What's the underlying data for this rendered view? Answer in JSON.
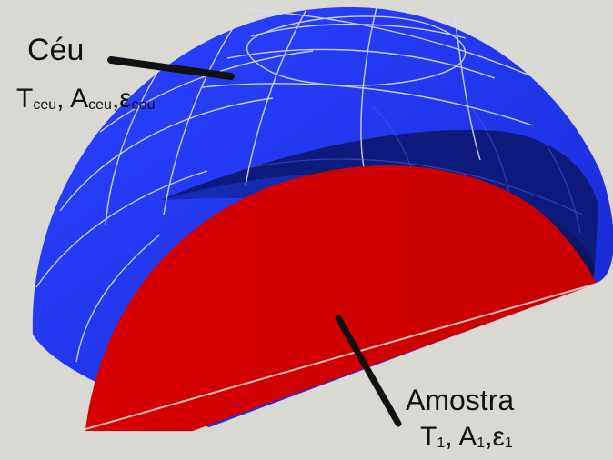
{
  "colors": {
    "background": "#d9d8d3",
    "sky_outer": "#1f33e8",
    "sky_inner": "#0f1f88",
    "sample": "#d40000",
    "grid": "#d8dcff",
    "line": "#111111"
  },
  "labels": {
    "sky": {
      "title": "Céu",
      "t": "T",
      "t_sub": "ceu",
      "a": "A",
      "a_sub": "ceu",
      "e": "ε",
      "e_sub": "ceu"
    },
    "sample": {
      "title": "Amostra",
      "t": "T",
      "t_sub": "1",
      "a": "A",
      "a_sub": "1",
      "e": "ε",
      "e_sub": "1"
    }
  }
}
